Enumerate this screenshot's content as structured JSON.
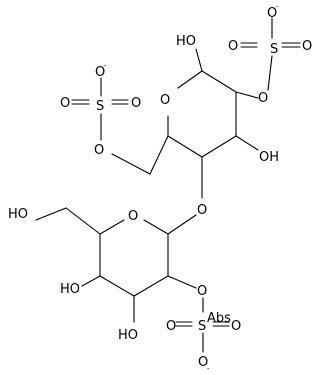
{
  "molecule": {
    "labels": {
      "ho_top": "HO",
      "o_minus_right": "O",
      "s_right": "S",
      "o_right_a": "O",
      "o_right_b": "O",
      "o_right_link": "O",
      "o_ring_top": "O",
      "oh_ring_top": "OH",
      "o_minus_left": "O",
      "s_left": "S",
      "o_left_a": "O",
      "o_left_b": "O",
      "o_left_link": "O",
      "o_glycosidic": "O",
      "ho_ch2": "HO",
      "o_ring_bottom": "O",
      "ho_bottom_4": "HO",
      "o_bottom_link": "O",
      "ho_bottom_3": "HO",
      "s_bottom": "S",
      "o_bottom_a": "O",
      "o_bottom_b": "O",
      "o_minus_bottom": "O"
    },
    "charge_symbol": "-",
    "watermark": "Abs"
  }
}
